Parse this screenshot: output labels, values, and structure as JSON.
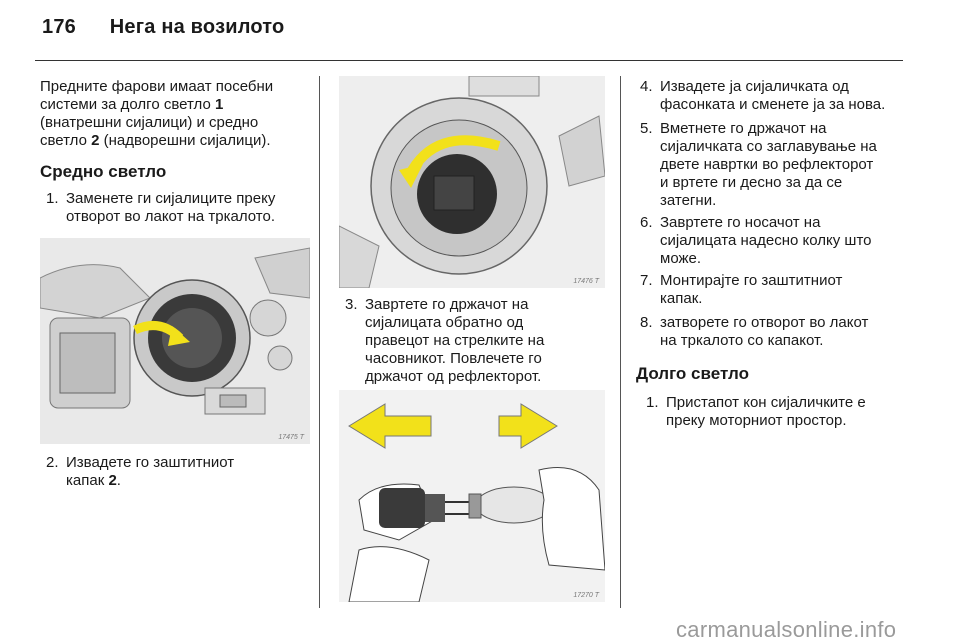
{
  "header": {
    "page_number": "176",
    "title": "Нега на возилото"
  },
  "col1": {
    "intro": [
      "Предните фарови имаат посебни",
      "системи за долго светло",
      "(внатрешни сијалици) и средно",
      "светло",
      "(надворешни сијалици)."
    ],
    "intro_bold_1": "1",
    "intro_bold_2": "2",
    "heading": "Средно светло",
    "step1": {
      "num": "1.",
      "lines": [
        "Заменете ги сијалиците преку",
        "отворот во лакот на тркалото."
      ]
    },
    "fig1_code": "17475 T",
    "step2": {
      "num": "2.",
      "lines": [
        "Извадете го заштитниот",
        "капак"
      ],
      "bold": "2",
      "tail": "."
    }
  },
  "col2": {
    "fig2_code": "17476 T",
    "step3": {
      "num": "3.",
      "lines": [
        "Завртете го држачот на",
        "сијалицата обратно од",
        "правецот на стрелките на",
        "часовникот. Повлечете го",
        "држачот од рефлекторот."
      ]
    },
    "fig3_code": "17270 T"
  },
  "col3": {
    "step4": {
      "num": "4.",
      "lines": [
        "Извадете ја сијаличката од",
        "фасонката и сменете ја за нова."
      ]
    },
    "step5": {
      "num": "5.",
      "lines": [
        "Вметнете го држачот на",
        "сијаличката со заглавувањe на",
        "двете навртки во рефлекторот",
        "и вртете ги десно за да се",
        "затегни."
      ]
    },
    "step6": {
      "num": "6.",
      "lines": [
        "Завртете го носачот на",
        "сијалицата надесно колку што",
        "може."
      ]
    },
    "step7": {
      "num": "7.",
      "lines": [
        "Монтирајте го заштитниот",
        "капак."
      ]
    },
    "step8": {
      "num": "8.",
      "lines": [
        "затворете го отворот во лакот",
        "на тркалото со капакот."
      ]
    },
    "heading": "Долго светло",
    "dl_step1": {
      "num": "1.",
      "lines": [
        "Пристапот кон сијаличките е",
        "преку моторниот простор."
      ]
    }
  },
  "footer": {
    "watermark": "carmanualsonline.info"
  },
  "colors": {
    "arrow_yellow": "#f2e11a",
    "figure_gray": "#e6e6e6"
  }
}
